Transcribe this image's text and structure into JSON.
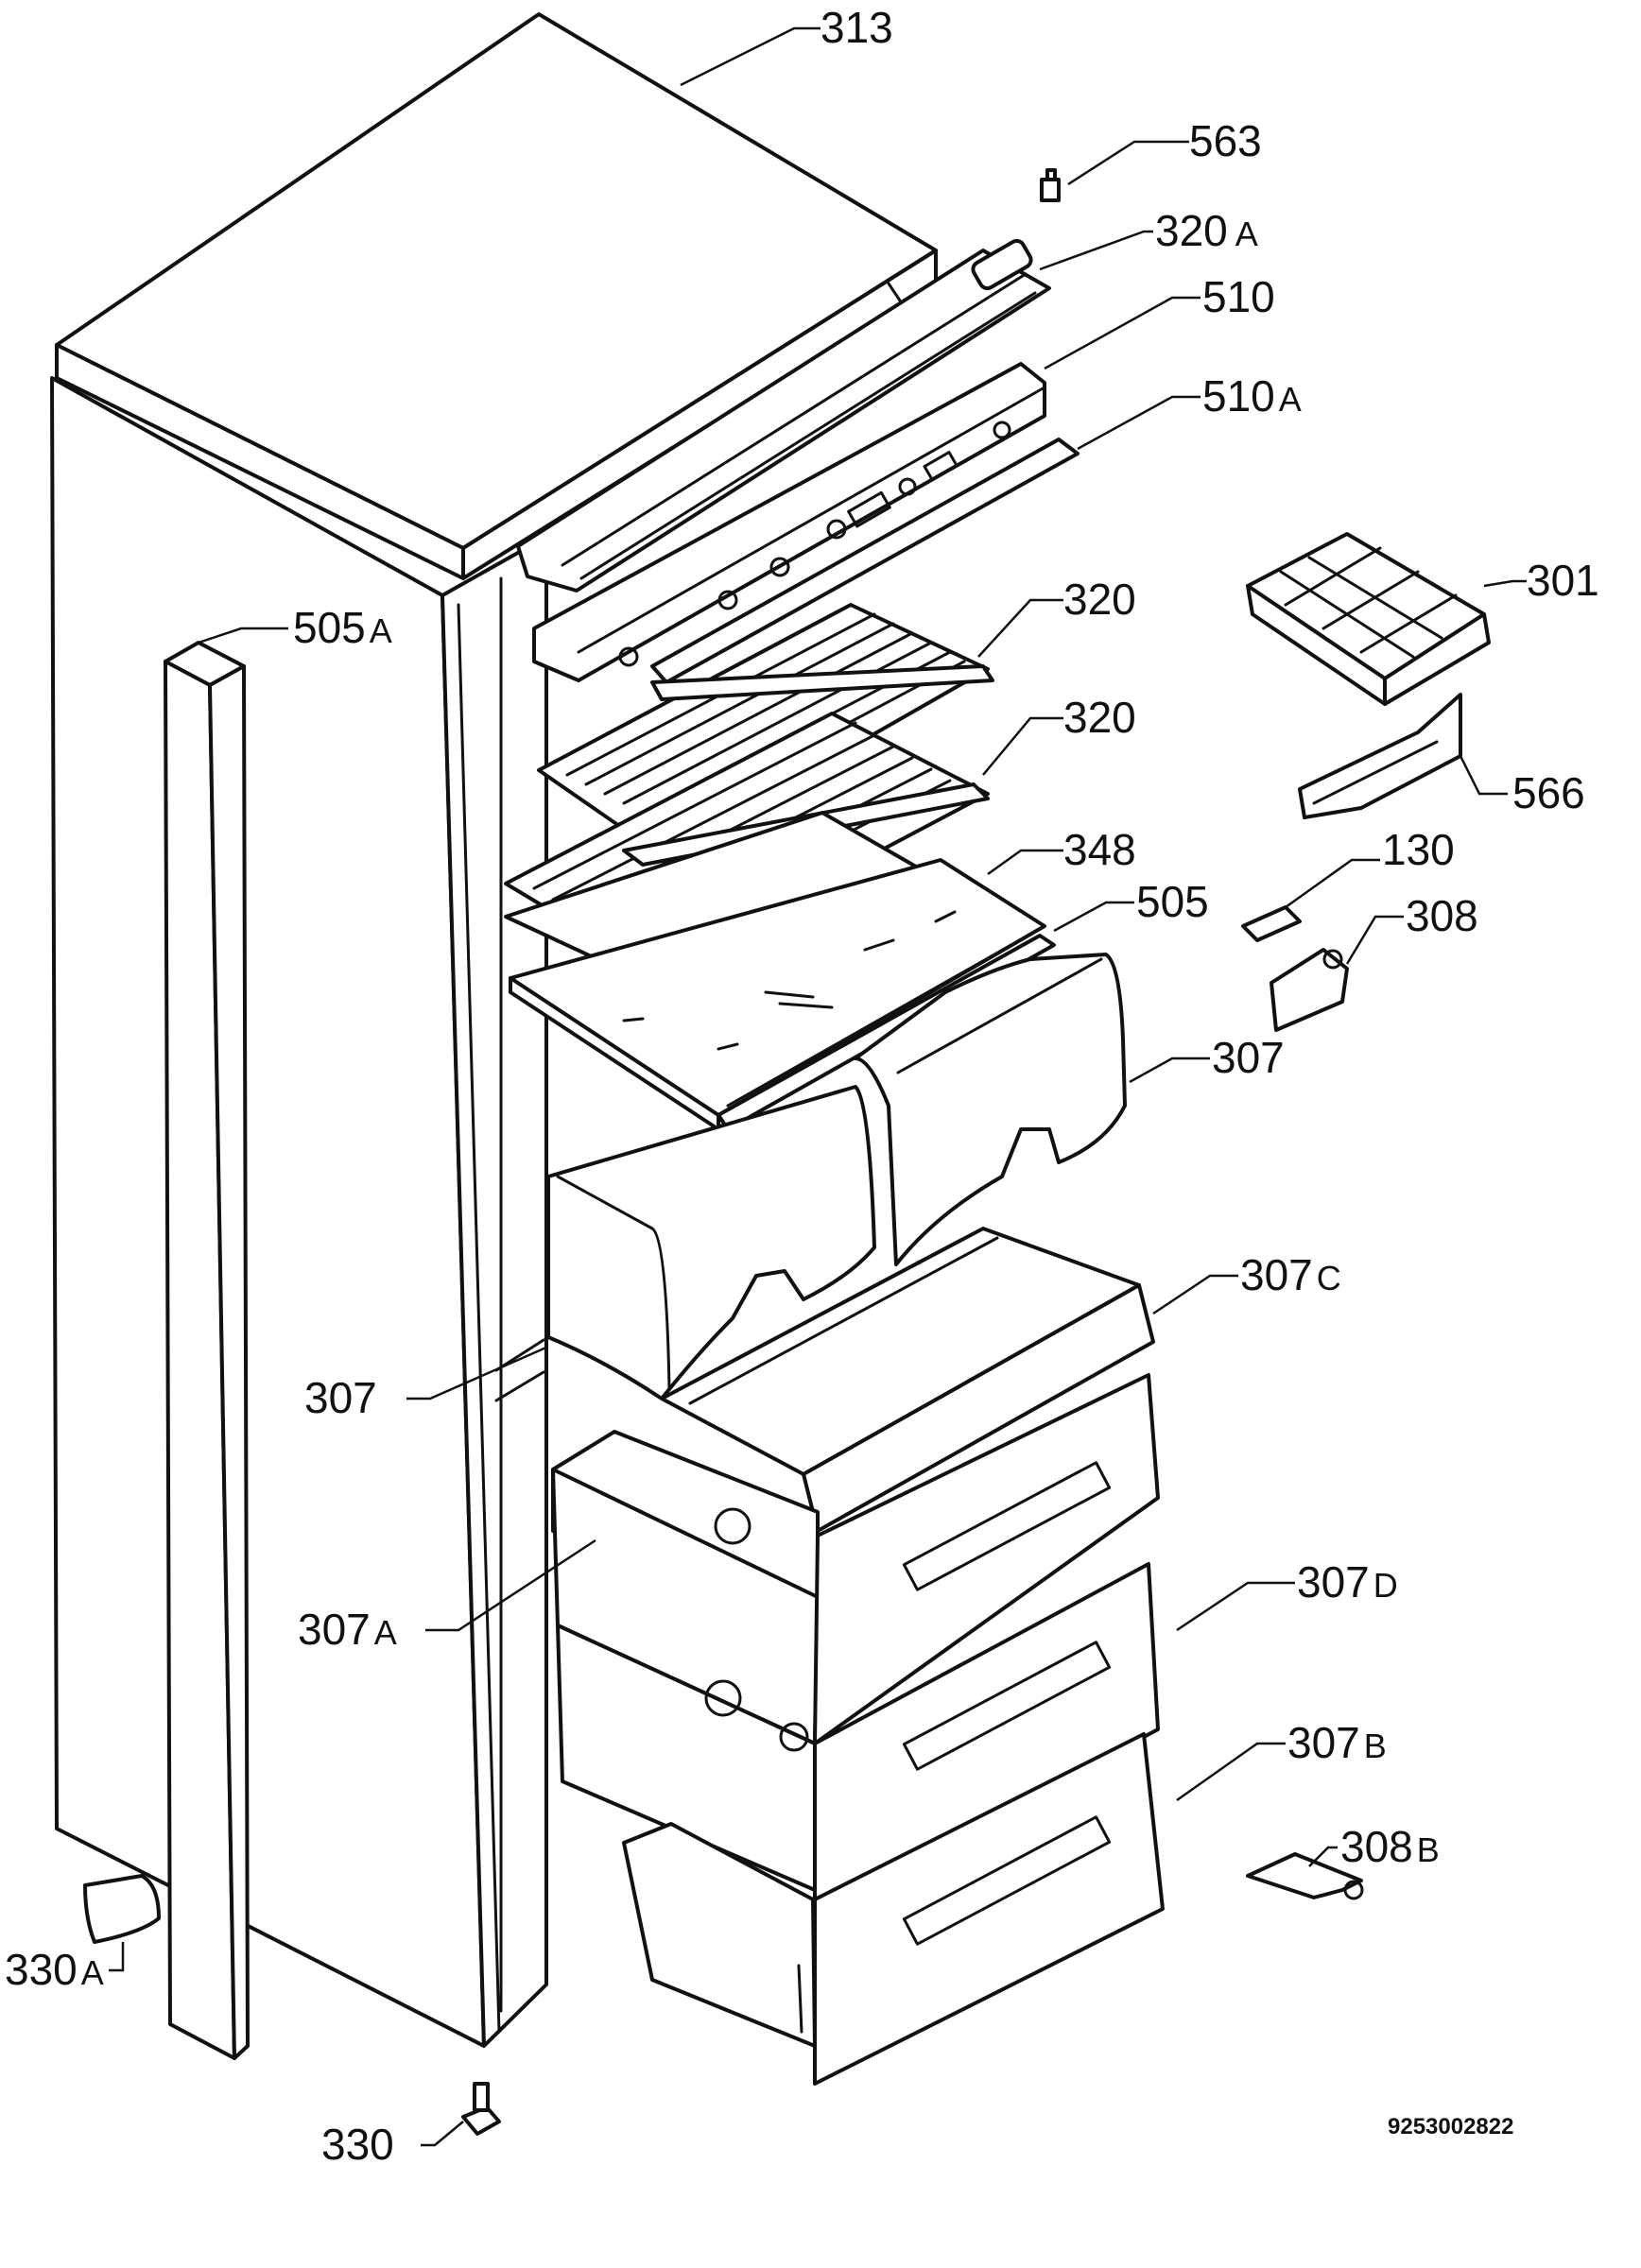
{
  "labels": {
    "l313": {
      "num": "313",
      "suffix": ""
    },
    "l563": {
      "num": "563",
      "suffix": ""
    },
    "l320a": {
      "num": "320",
      "suffix": "A"
    },
    "l510": {
      "num": "510",
      "suffix": ""
    },
    "l510a": {
      "num": "510",
      "suffix": "A"
    },
    "l505a": {
      "num": "505",
      "suffix": "A"
    },
    "l301": {
      "num": "301",
      "suffix": ""
    },
    "l320_1": {
      "num": "320",
      "suffix": ""
    },
    "l320_2": {
      "num": "320",
      "suffix": ""
    },
    "l566": {
      "num": "566",
      "suffix": ""
    },
    "l348": {
      "num": "348",
      "suffix": ""
    },
    "l130": {
      "num": "130",
      "suffix": ""
    },
    "l505": {
      "num": "505",
      "suffix": ""
    },
    "l308": {
      "num": "308",
      "suffix": ""
    },
    "l307_r": {
      "num": "307",
      "suffix": ""
    },
    "l307c": {
      "num": "307",
      "suffix": "C"
    },
    "l307_l": {
      "num": "307",
      "suffix": ""
    },
    "l307d": {
      "num": "307",
      "suffix": "D"
    },
    "l307a": {
      "num": "307",
      "suffix": "A"
    },
    "l307b": {
      "num": "307",
      "suffix": "B"
    },
    "l308b": {
      "num": "308",
      "suffix": "B"
    },
    "l330a": {
      "num": "330",
      "suffix": "A"
    },
    "l330": {
      "num": "330",
      "suffix": ""
    }
  },
  "drawing_code": "9253002822"
}
